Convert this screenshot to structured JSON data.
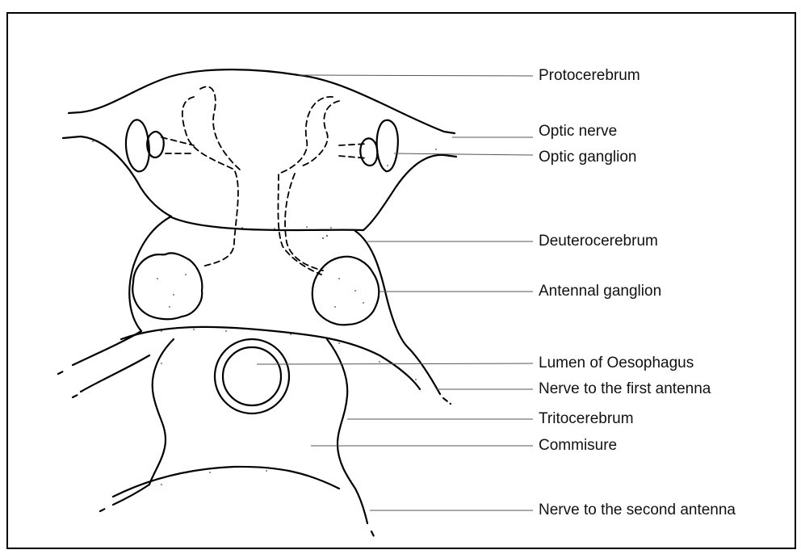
{
  "diagram": {
    "labels": {
      "protocerebrum": "Protocerebrum",
      "optic_nerve": "Optic nerve",
      "optic_ganglion": "Optic ganglion",
      "deuterocerebrum": "Deuterocerebrum",
      "antennal_ganglion": "Antennal ganglion",
      "lumen_of_oesophagus": "Lumen of Oesophagus",
      "nerve_first_antenna": "Nerve to the first antenna",
      "tritocerebrum": "Tritocerebrum",
      "commisure": "Commisure",
      "nerve_second_antenna": "Nerve to the second antenna"
    }
  }
}
